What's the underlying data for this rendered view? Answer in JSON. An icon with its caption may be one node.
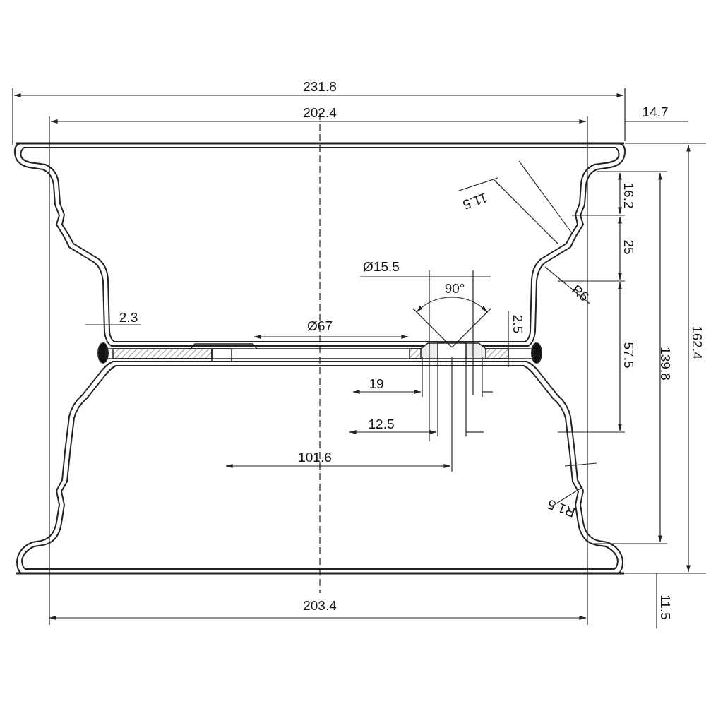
{
  "diagram": {
    "labels": [
      "231.8",
      "202.4",
      "14.7",
      "11.5",
      "16.2",
      "25",
      "Ø15.5",
      "R6",
      "90°",
      "2.5",
      "2.3",
      "Ø67",
      "57.5",
      "139.8",
      "162.4",
      "19",
      "12.5",
      "101.6",
      "R1.5",
      "203.4",
      "11.5"
    ]
  }
}
